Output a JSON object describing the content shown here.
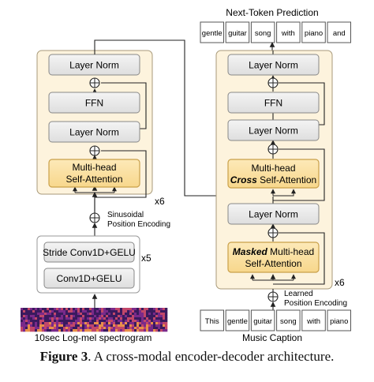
{
  "encoder": {
    "layer_norm_top": "Layer Norm",
    "ffn": "FFN",
    "layer_norm_mid": "Layer Norm",
    "attention_line1": "Multi-head",
    "attention_line2": "Self-Attention",
    "repeat": "x6",
    "position_encoding_line1": "Sinusoidal",
    "position_encoding_line2": "Position Encoding",
    "conv_stride": "Stride Conv1D+GELU",
    "conv_repeat": "x5",
    "conv": "Conv1D+GELU",
    "input_label": "10sec Log-mel spectrogram"
  },
  "decoder": {
    "output_title": "Next-Token Prediction",
    "output_tokens": [
      "gentle",
      "guitar",
      "song",
      "with",
      "piano",
      "and"
    ],
    "layer_norm_top": "Layer Norm",
    "ffn": "FFN",
    "layer_norm_cross": "Layer Norm",
    "cross_line1": "Multi-head",
    "cross_emph": "Cross",
    "cross_rest": " Self-Attention",
    "layer_norm_masked": "Layer Norm",
    "masked_emph": "Masked",
    "masked_rest": " Multi-head",
    "masked_line2": "Self-Attention",
    "repeat": "x6",
    "position_encoding_line1": "Learned",
    "position_encoding_line2": "Position Encoding",
    "input_tokens": [
      "This",
      "gentle",
      "guitar",
      "song",
      "with",
      "piano"
    ],
    "input_label": "Music Caption"
  },
  "caption": {
    "figure_label": "Figure 3",
    "text": ". A cross-modal encoder-decoder architecture."
  },
  "colors": {
    "container": "#fdf3dd",
    "container_border": "#a89a7a",
    "block": "#e8e8e8",
    "attention": "#fbe1a4",
    "attention_border": "#c9a04a",
    "line": "#222222"
  }
}
